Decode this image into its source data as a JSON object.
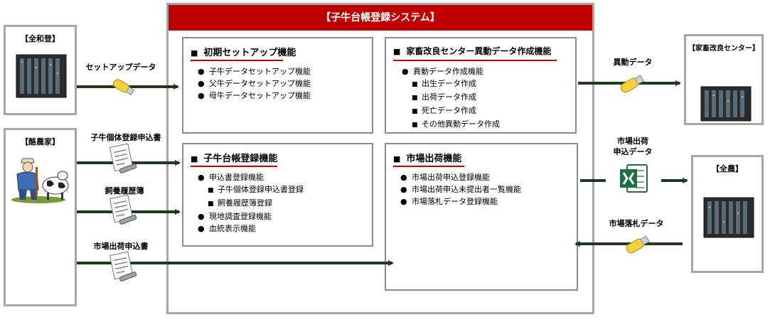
{
  "system": {
    "title": "【子牛台帳登録システム】"
  },
  "external": {
    "zenwa": "【全和登】",
    "dairy": "【酪農家】",
    "kachiku": "【家畜改良センター】",
    "zennoh": "【全農】"
  },
  "panels": {
    "initial": {
      "title": "初期セットアップ機能",
      "items": [
        "子牛データセットアップ機能",
        "父牛データセットアップ機能",
        "母牛データセットアップ機能"
      ]
    },
    "ido": {
      "title": "家畜改良センター異動データ作成機能",
      "items": [
        "異動データ作成機能"
      ],
      "subitems": [
        "出生データ作成",
        "出荷データ作成",
        "死亡データ作成",
        "その他異動データ作成"
      ]
    },
    "ledger": {
      "title": "子牛台帳登録機能",
      "item1": "申込書登録機能",
      "subitems": [
        "子牛個体登録申込書登録",
        "飼養履歴簿登録"
      ],
      "item2": "現地調査登録機能",
      "item3": "血統表示機能"
    },
    "market": {
      "title": "市場出荷機能",
      "items": [
        "市場出荷申込登録機能",
        "市場出荷申込未提出者一覧機能",
        "市場落札データ登録機能"
      ]
    }
  },
  "flows": {
    "setup": "セットアップデータ",
    "calf_form": "子牛個体登録申込書",
    "history": "飼養履歴簿",
    "market_form": "市場出荷申込書",
    "ido": "異動データ",
    "market_app_line1": "市場出荷",
    "market_app_line2": "申込データ",
    "auction": "市場落札データ"
  },
  "colors": {
    "system_header": "#c00000",
    "arrow": "#1d3a1d",
    "usb": "#f5d03c",
    "excel": "#1d6f42"
  }
}
